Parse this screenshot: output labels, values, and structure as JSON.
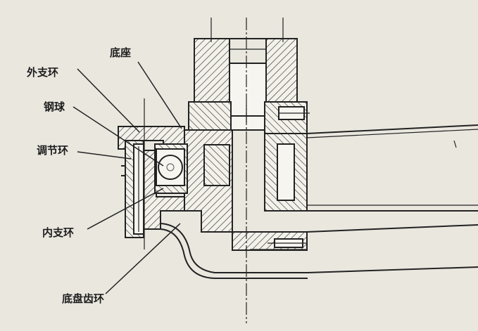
{
  "labels": {
    "outer_ring": "外支环",
    "base": "底座",
    "steel_ball": "钢球",
    "adjust_ring": "调节环",
    "inner_ring": "内支环",
    "chassis_gear_ring": "底盘齿环"
  },
  "colors": {
    "paper": "#efece4",
    "ink": "#222222"
  }
}
